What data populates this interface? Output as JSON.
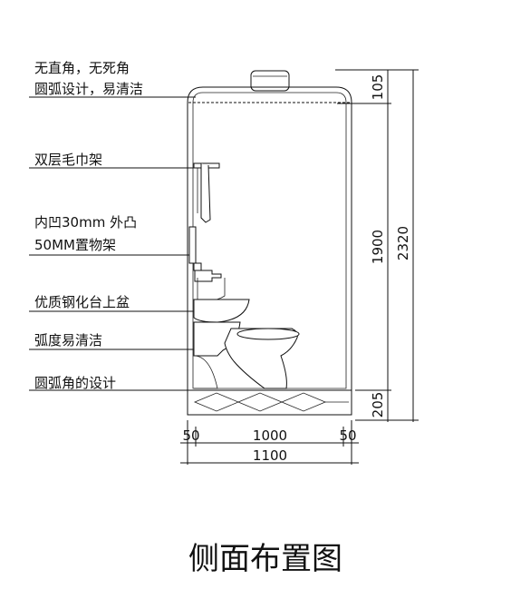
{
  "callouts": [
    {
      "line1": "无直角，无死角",
      "line2": "圆弧设计，易清洁"
    },
    {
      "line1": "双层毛巾架",
      "line2": ""
    },
    {
      "line1": "内凹30mm  外凸",
      "line2": "50MM置物架"
    },
    {
      "line1": "优质钢化台上盆",
      "line2": ""
    },
    {
      "line1": "弧度易清洁",
      "line2": ""
    },
    {
      "line1": "圆弧角的设计",
      "line2": ""
    }
  ],
  "dimensions": {
    "total_height": "2320",
    "top": "105",
    "middle": "1900",
    "bottom": "205",
    "width_left": "50",
    "width_middle": "1000",
    "width_right": "50",
    "total_width": "1100"
  },
  "caption": "侧面布置图"
}
